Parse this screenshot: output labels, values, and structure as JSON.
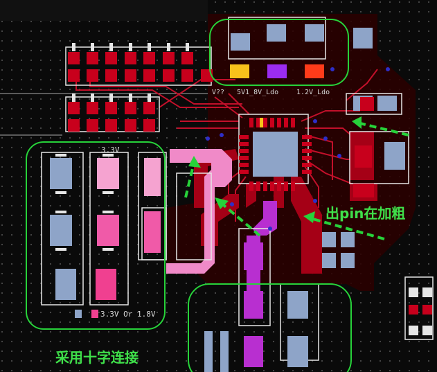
{
  "board": {
    "net_labels": {
      "rail_a": "V??",
      "rail_b": "5V1_8V_Ldo",
      "rail_c": "1.2V_Ldo",
      "top_cap": "3.3V",
      "bottom_cap": "3.3V Or 1.8V"
    }
  },
  "annotations": {
    "thick_trace_note": "出pin在加粗",
    "cross_connect_note": "采用十字连接"
  },
  "colors": {
    "background": "#0a0a0a",
    "pad_blue": "#8ea4c8",
    "trace_red": "#b3001b",
    "copper_dark": "#3a0000",
    "highlight_green": "#27d23a",
    "pink": "#f08ac8",
    "magenta": "#b82fd0",
    "silkscreen": "#e6e6e6"
  }
}
